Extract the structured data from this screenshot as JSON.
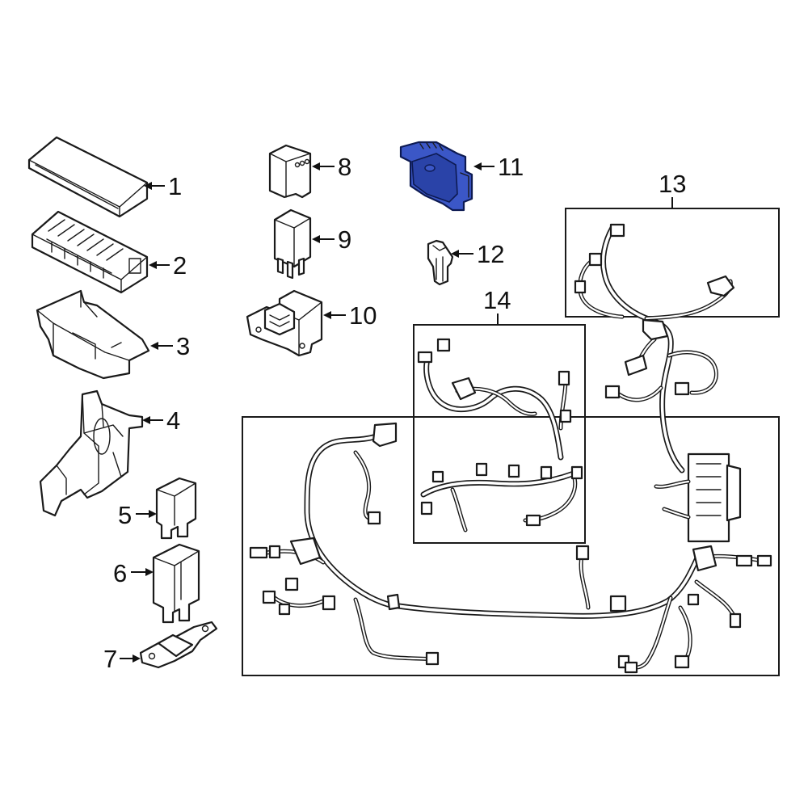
{
  "colors": {
    "line": "#1a1a1a",
    "highlight_fill": "#3b57c7",
    "highlight_stroke": "#0d1a52",
    "background": "#ffffff"
  },
  "highlighted_part": "11",
  "callouts": [
    {
      "id": "c1",
      "label": "1"
    },
    {
      "id": "c2",
      "label": "2"
    },
    {
      "id": "c3",
      "label": "3"
    },
    {
      "id": "c4",
      "label": "4"
    },
    {
      "id": "c5",
      "label": "5"
    },
    {
      "id": "c6",
      "label": "6"
    },
    {
      "id": "c7",
      "label": "7"
    },
    {
      "id": "c8",
      "label": "8"
    },
    {
      "id": "c9",
      "label": "9"
    },
    {
      "id": "c10",
      "label": "10"
    },
    {
      "id": "c11",
      "label": "11"
    },
    {
      "id": "c12",
      "label": "12"
    },
    {
      "id": "c13",
      "label": "13"
    },
    {
      "id": "c14",
      "label": "14"
    }
  ]
}
